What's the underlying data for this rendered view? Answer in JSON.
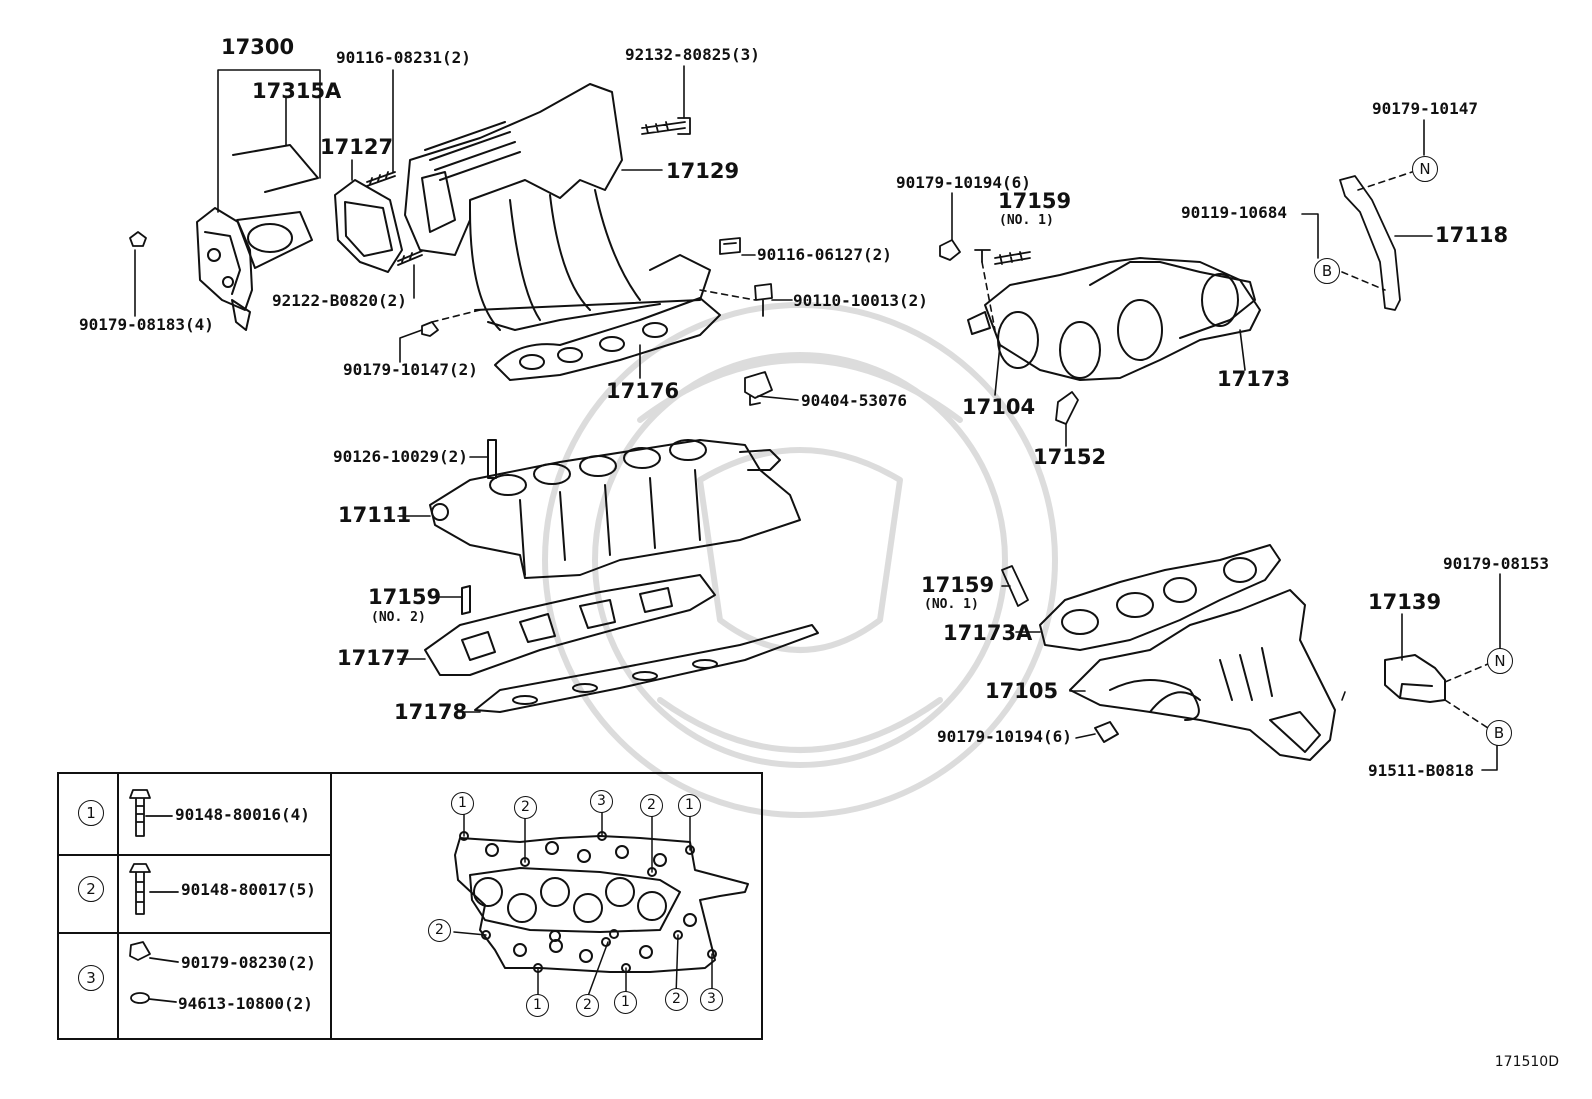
{
  "labels": {
    "p17300": "17300",
    "p17315A": "17315A",
    "p90116_08231": "90116-08231(2)",
    "p92132_80825": "92132-80825(3)",
    "p17127": "17127",
    "p17129": "17129",
    "p90179_08183": "90179-08183(4)",
    "p92122_B0820": "92122-B0820(2)",
    "p90116_06127": "90116-06127(2)",
    "p90110_10013": "90110-10013(2)",
    "p90179_10147b": "90179-10147(2)",
    "p17176": "17176",
    "p90404_53076": "90404-53076",
    "p90126_10029": "90126-10029(2)",
    "p17111": "17111",
    "p17159b": "17159",
    "p17159b_sub": "(NO. 2)",
    "p17177": "17177",
    "p17178": "17178",
    "p90179_10194a": "90179-10194(6)",
    "p17159a": "17159",
    "p17159a_sub": "(NO. 1)",
    "p90179_10147": "90179-10147",
    "p90119_10684": "90119-10684",
    "p17118": "17118",
    "p17104": "17104",
    "p17173": "17173",
    "p17152": "17152",
    "p17159c": "17159",
    "p17159c_sub": "(NO. 1)",
    "p17173A": "17173A",
    "p17105": "17105",
    "p90179_10194b": "90179-10194(6)",
    "p17139": "17139",
    "p90179_08153": "90179-08153",
    "p91511_B0818": "91511-B0818"
  },
  "markers": {
    "n_top": "N",
    "b_top": "B",
    "n_bottom": "N",
    "b_bottom": "B"
  },
  "key_table": {
    "rows": [
      {
        "symbol": "1",
        "parts": [
          "90148-80016(4)"
        ]
      },
      {
        "symbol": "2",
        "parts": [
          "90148-80017(5)"
        ]
      },
      {
        "symbol": "3",
        "parts": [
          "90179-08230(2)",
          "94613-10800(2)"
        ]
      }
    ],
    "flange_callouts": {
      "top": [
        "1",
        "2",
        "3",
        "2",
        "1"
      ],
      "left": "2",
      "bottom": [
        "1",
        "2",
        "1",
        "2",
        "3"
      ]
    }
  },
  "diagram_code": "171510D"
}
